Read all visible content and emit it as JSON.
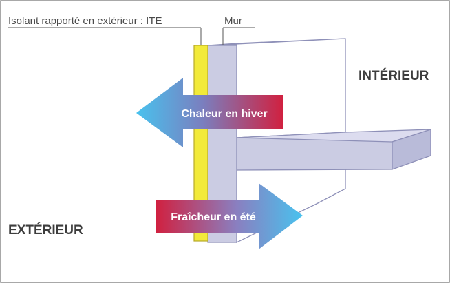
{
  "labels": {
    "isolant": "Isolant rapporté en extérieur : ITE",
    "mur": "Mur",
    "interieur": "INTÉRIEUR",
    "exterieur": "EXTÉRIEUR"
  },
  "arrows": {
    "winter": "Chaleur en hiver",
    "summer": "Fraîcheur en été"
  },
  "colors": {
    "border": "#8c8c8c",
    "wall_fill": "#cbcce3",
    "wall_stroke": "#8e90b8",
    "insulation": "#f2ea3a",
    "insulation_stroke": "#b7a92a",
    "hot": "#d1203f",
    "cold": "#48c2ee",
    "label_text": "#4a4a4a",
    "heading_text": "#3d3d3d"
  }
}
